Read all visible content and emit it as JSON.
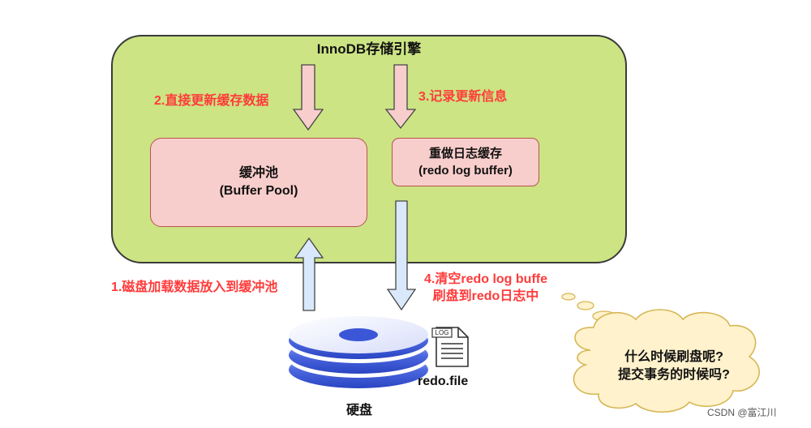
{
  "engine": {
    "title": "InnoDB存储引擎"
  },
  "steps": {
    "load": "1.磁盘加载数据放入到缓冲池",
    "update": "2.直接更新缓存数据",
    "record": "3.记录更新信息",
    "flush_line1": "4.清空redo log buffe",
    "flush_line2": "刷盘到redo日志中"
  },
  "buffer_pool": {
    "line1": "缓冲池",
    "line2": "(Buffer Pool)"
  },
  "redo_buffer": {
    "line1": "重做日志缓存",
    "line2": "(redo log buffer)"
  },
  "disk": {
    "label": "硬盘"
  },
  "redo_file": {
    "label": "redo.file",
    "badge": "LOG"
  },
  "thought": {
    "line1": "什么时候刷盘呢?",
    "line2": "提交事务的时候吗?"
  },
  "watermark": "CSDN @富江川",
  "colors": {
    "engine_fill": "#cce483",
    "box_fill": "#f8cecc",
    "box_border": "#b85450",
    "step_text": "#ff3b3b",
    "arrow_pink": "#f8cecc",
    "arrow_blue": "#dae8fc",
    "cloud_fill": "#fff2cc"
  }
}
